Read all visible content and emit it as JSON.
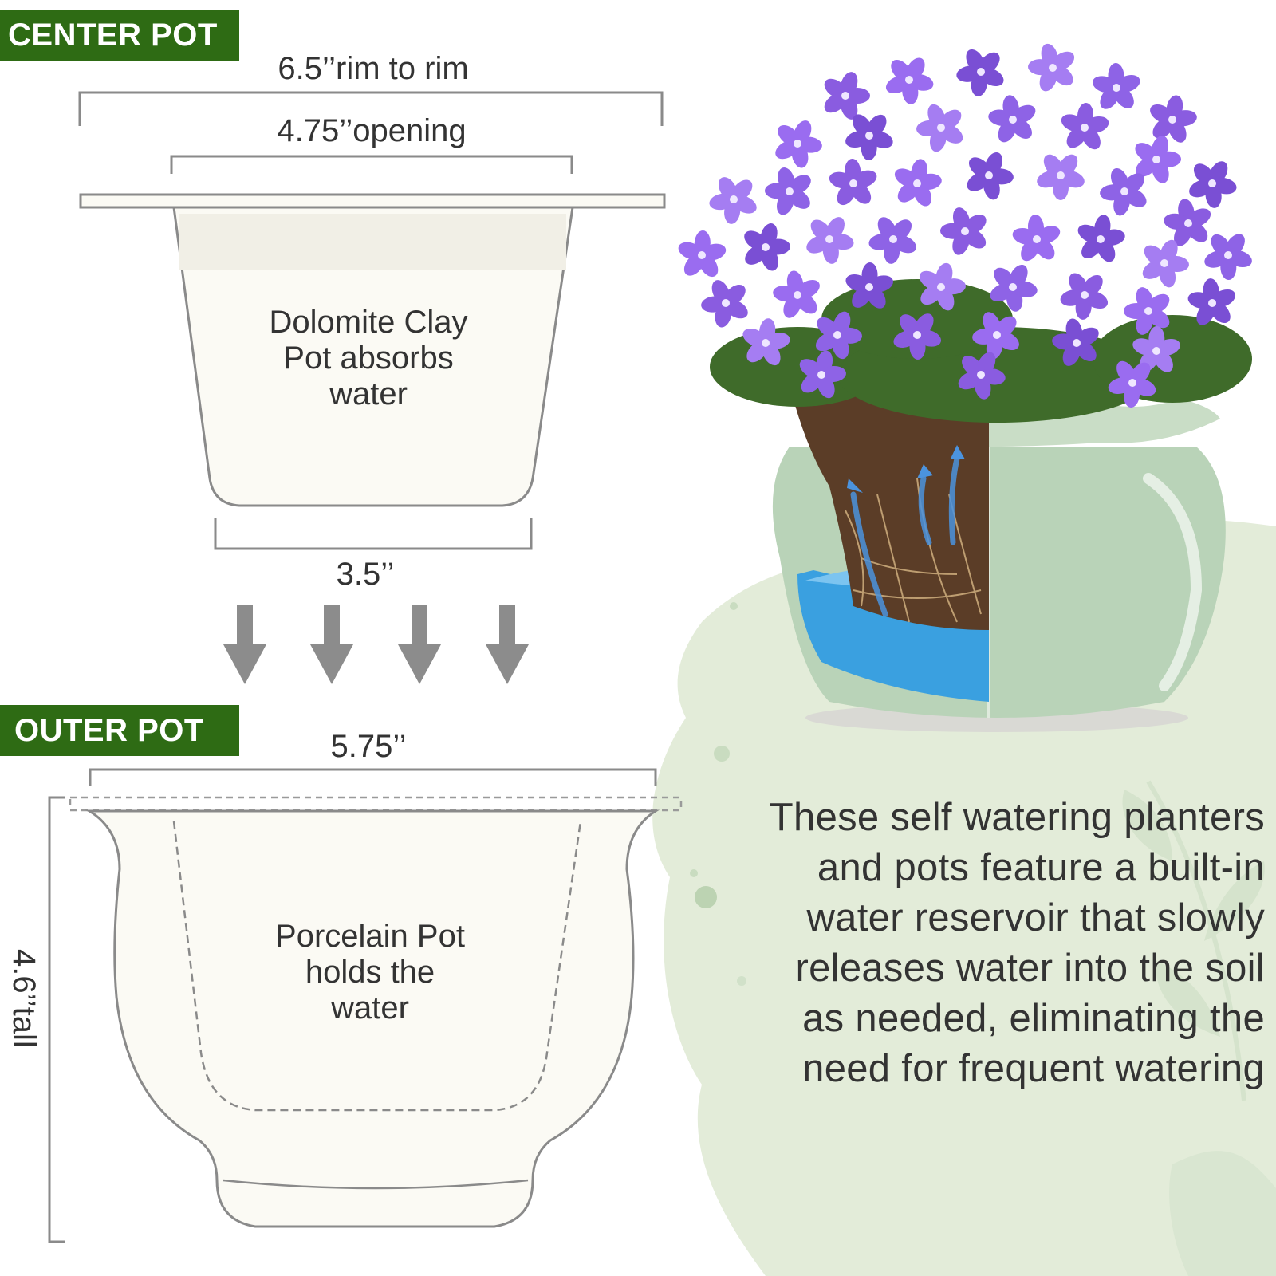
{
  "center_pot": {
    "tag": "CENTER POT",
    "rim_width": "6.5’’rim to rim",
    "opening": "4.75’’opening",
    "base": "3.5’’",
    "label_lines": [
      "Dolomite Clay",
      "Pot absorbs",
      "water"
    ]
  },
  "outer_pot": {
    "tag": "OUTER POT",
    "width": "5.75’’",
    "height": "4.6’’tall",
    "label_lines": [
      "Porcelain Pot",
      "holds the",
      "water"
    ]
  },
  "description_lines": [
    "These self watering planters",
    "and pots feature a built-in",
    "water reservoir that slowly",
    "releases water into the soil",
    "as needed, eliminating the",
    "need for frequent watering"
  ],
  "colors": {
    "tag_green": "#2e6b14",
    "line_gray": "#8a8a8a",
    "arrow_gray": "#8c8c8c",
    "pot_fill": "#fbfaf4",
    "glaze_green": "#b9d3b8",
    "water_blue": "#3aa0e0",
    "soil_brown": "#5b3d27",
    "flower_purple": "#8a5ce0",
    "splash_green": "#e3ecd9"
  },
  "icons": [
    "down-arrow-icon",
    "down-arrow-icon",
    "down-arrow-icon",
    "down-arrow-icon"
  ]
}
